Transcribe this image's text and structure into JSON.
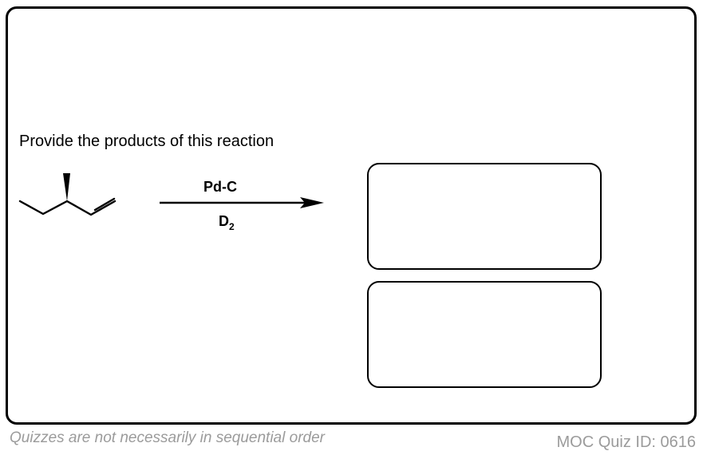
{
  "question": {
    "prompt": "Provide the products of this reaction"
  },
  "reaction": {
    "reagent_above_arrow": "Pd-C",
    "reagent_below_arrow_base": "D",
    "reagent_below_arrow_subscript": "2"
  },
  "answer_boxes": [
    {
      "name": "product-box-1"
    },
    {
      "name": "product-box-2"
    }
  ],
  "footer": {
    "note": "Quizzes are not necessarily in sequential order",
    "quiz_id": "MOC Quiz ID: 0616"
  }
}
